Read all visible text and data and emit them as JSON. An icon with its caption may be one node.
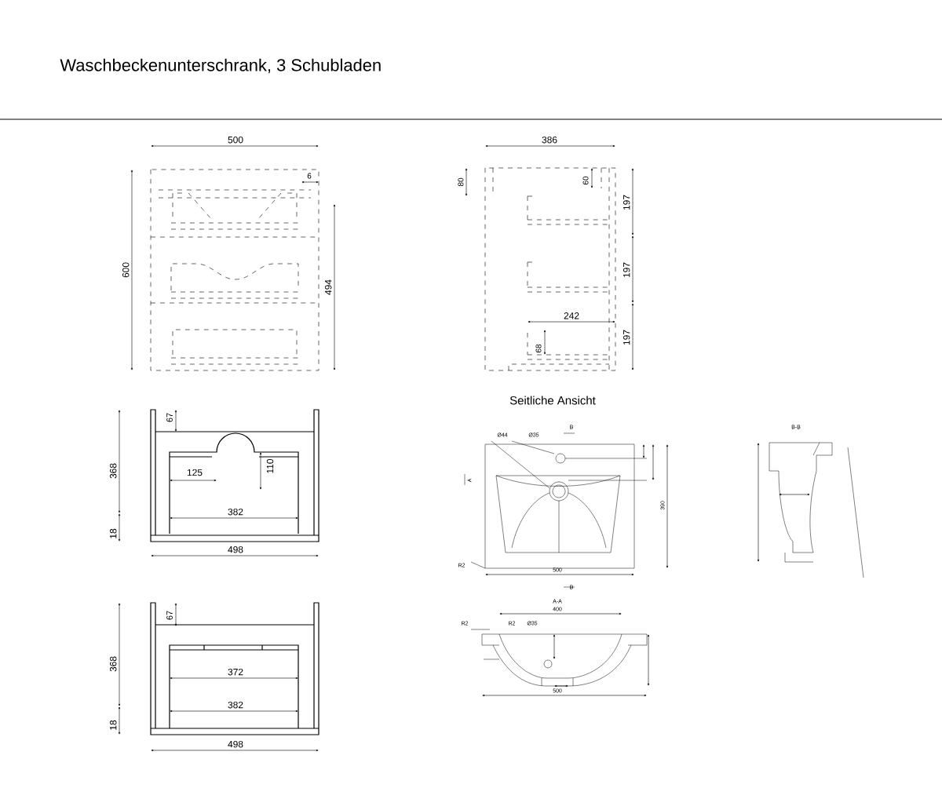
{
  "diagram": {
    "title": "Waschbeckenunterschrank, 3 Schubladen",
    "labels": [
      "500",
      "6",
      "600",
      "494",
      "386",
      "80",
      "60",
      "197",
      "197",
      "197",
      "242",
      "68",
      "Seitliche Ansicht",
      "67",
      "368",
      "18",
      "125",
      "110",
      "382",
      "498",
      "67",
      "368",
      "18",
      "372",
      "382",
      "498",
      "Ø44",
      "Ø35",
      "B",
      "A",
      "R2",
      "500",
      "B",
      "390",
      "A-A",
      "400",
      "R2",
      "R2",
      "Ø35",
      "500",
      "B-B"
    ]
  }
}
